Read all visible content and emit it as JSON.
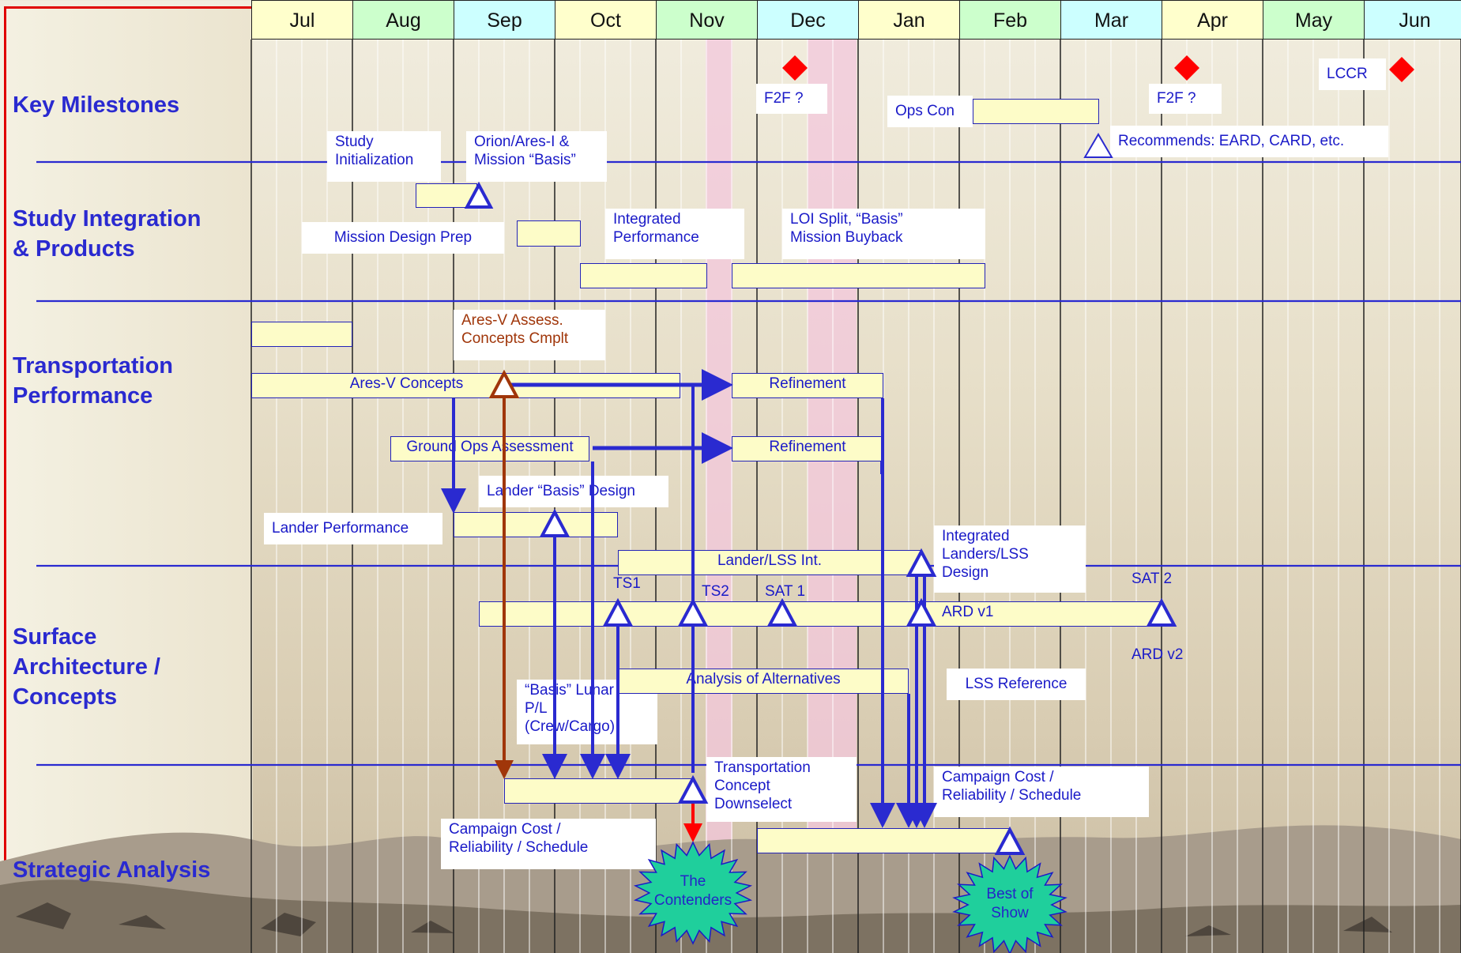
{
  "months": [
    {
      "label": "Jul",
      "color": "#ffffcc"
    },
    {
      "label": "Aug",
      "color": "#ccffcc"
    },
    {
      "label": "Sep",
      "color": "#ccffff"
    },
    {
      "label": "Oct",
      "color": "#ffffcc"
    },
    {
      "label": "Nov",
      "color": "#ccffcc"
    },
    {
      "label": "Dec",
      "color": "#ccffff"
    },
    {
      "label": "Jan",
      "color": "#ffffcc"
    },
    {
      "label": "Feb",
      "color": "#ccffcc"
    },
    {
      "label": "Mar",
      "color": "#ccffff"
    },
    {
      "label": "Apr",
      "color": "#ffffcc"
    },
    {
      "label": "May",
      "color": "#ccffcc"
    },
    {
      "label": "Jun",
      "color": "#ccffff"
    }
  ],
  "rows": {
    "key_milestones": "Key Milestones",
    "study_integration": "Study Integration\n& Products",
    "transportation": "Transportation\nPerformance",
    "surface": "Surface\nArchitecture /\nConcepts",
    "strategic": "Strategic Analysis"
  },
  "labels": {
    "f2f_dec": "F2F ?",
    "f2f_apr": "F2F ?",
    "lccr": "LCCR",
    "ops_con": "Ops Con",
    "recommends": "Recommends:  EARD, CARD, etc.",
    "study_init": "Study\nInitialization",
    "orion_basis": "Orion/Ares-I &\nMission “Basis”",
    "mission_design_prep": "Mission Design Prep",
    "integrated_perf": "Integrated\nPerformance",
    "loi_split": "LOI Split, “Basis”\nMission Buyback",
    "ares_assess": "Ares-V Assess.\nConcepts Cmplt",
    "lander_basis": "Lander “Basis” Design",
    "lander_perf": "Lander Performance",
    "integrated_landers": "Integrated\nLanders/LSS\nDesign",
    "basis_lunar": "“Basis” Lunar\nP/L\n(Crew/Cargo)",
    "lss_reference": "LSS Reference",
    "transport_downselect": "Transportation\nConcept\nDownselect",
    "campaign_cost_right": "Campaign Cost /\nReliability / Schedule",
    "campaign_cost_left": "Campaign Cost /\nReliability / Schedule",
    "ts1": "TS1",
    "ts2": "TS2",
    "sat1": "SAT 1",
    "sat2": "SAT 2",
    "ard_v2": "ARD v2"
  },
  "bars": {
    "ares_v_concepts": "Ares-V Concepts",
    "refinement_1": "Refinement",
    "ground_ops": "Ground Ops Assessment",
    "refinement_2": "Refinement",
    "lander_lss_int": "Lander/LSS Int.",
    "ard_v1": "ARD v1",
    "analysis_alt": "Analysis of Alternatives"
  },
  "bursts": {
    "contenders": "The\nContenders",
    "best_of_show": "Best of\nShow"
  },
  "colors": {
    "accent_blue": "#2a2ad0",
    "bar_fill": "#fdfcc8",
    "milestone_red": "#ff0000",
    "arrow_brown": "#a0360a",
    "burst_green": "#1fcf9c",
    "border_red": "#e00000"
  }
}
